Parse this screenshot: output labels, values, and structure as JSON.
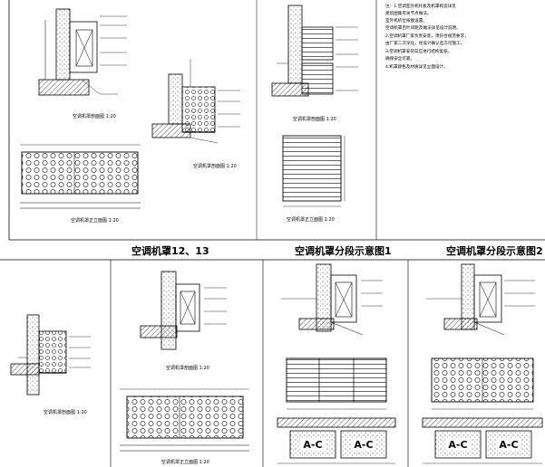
{
  "titles": {
    "main_12_13": "空调机罩12、13",
    "segment_1": "空调机罩分段示意图1",
    "segment_2": "空调机罩分段示意图2"
  },
  "captions": {
    "tl_section": "空调机罩剖面图 1:20",
    "tl_elevation": "空调机罩正立面图 1:20",
    "tm_section": "空调机罩剖面图 1:20",
    "tr_section": "空调机罩剖面图 1:20",
    "tr_elevation": "空调机罩正立面图 1:20",
    "bl_section": "空调机罩剖面图 1:20",
    "bm_section": "空调机罩剖面图 1:20",
    "bm_elevation": "空调机罩正立面图 1:20"
  },
  "notes": {
    "line1": "注：1.空调室外机托板及机罩构造详见",
    "line2": "   建筑图集有关节点做法。",
    "line3": "   室外机机位按图设置。",
    "line4": "   空调机罩百叶间距及做法详见设计说明。",
    "line5": "2.空调机罩厂家负责安装，须符合规范要求，",
    "line6": "   由厂家二次深化，经设计确认后方可施工。",
    "line7": "3.空调机罩安装前应进行结构复核，",
    "line8": "   确保安全可靠。",
    "line9": "4.机罩颜色及材质详见立面设计。"
  },
  "panel_labels": {
    "ac1": "A-C",
    "ac2": "A-C",
    "ac3": "A-C",
    "ac4": "A-C"
  }
}
